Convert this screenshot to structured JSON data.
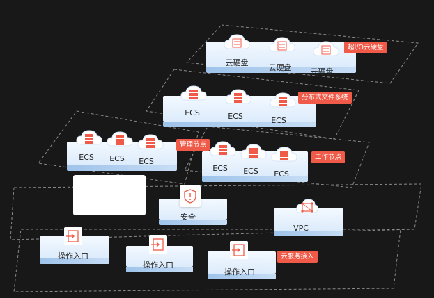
{
  "tags": {
    "io_disk": "超I/O云硬盘",
    "distributed_fs": "分布式文件系统",
    "mgmt_node": "管理节点",
    "work_node": "工作节点",
    "cloud_access": "云服务接入"
  },
  "labels": {
    "disk": "云硬盘",
    "ecs": "ECS",
    "security": "安全",
    "vpc": "VPC",
    "entry": "操作入口"
  },
  "colors": {
    "background": "#181818",
    "accent": "#f05a48",
    "platform_top": "#e6f1fc",
    "platform_side": "#a9cbee"
  }
}
